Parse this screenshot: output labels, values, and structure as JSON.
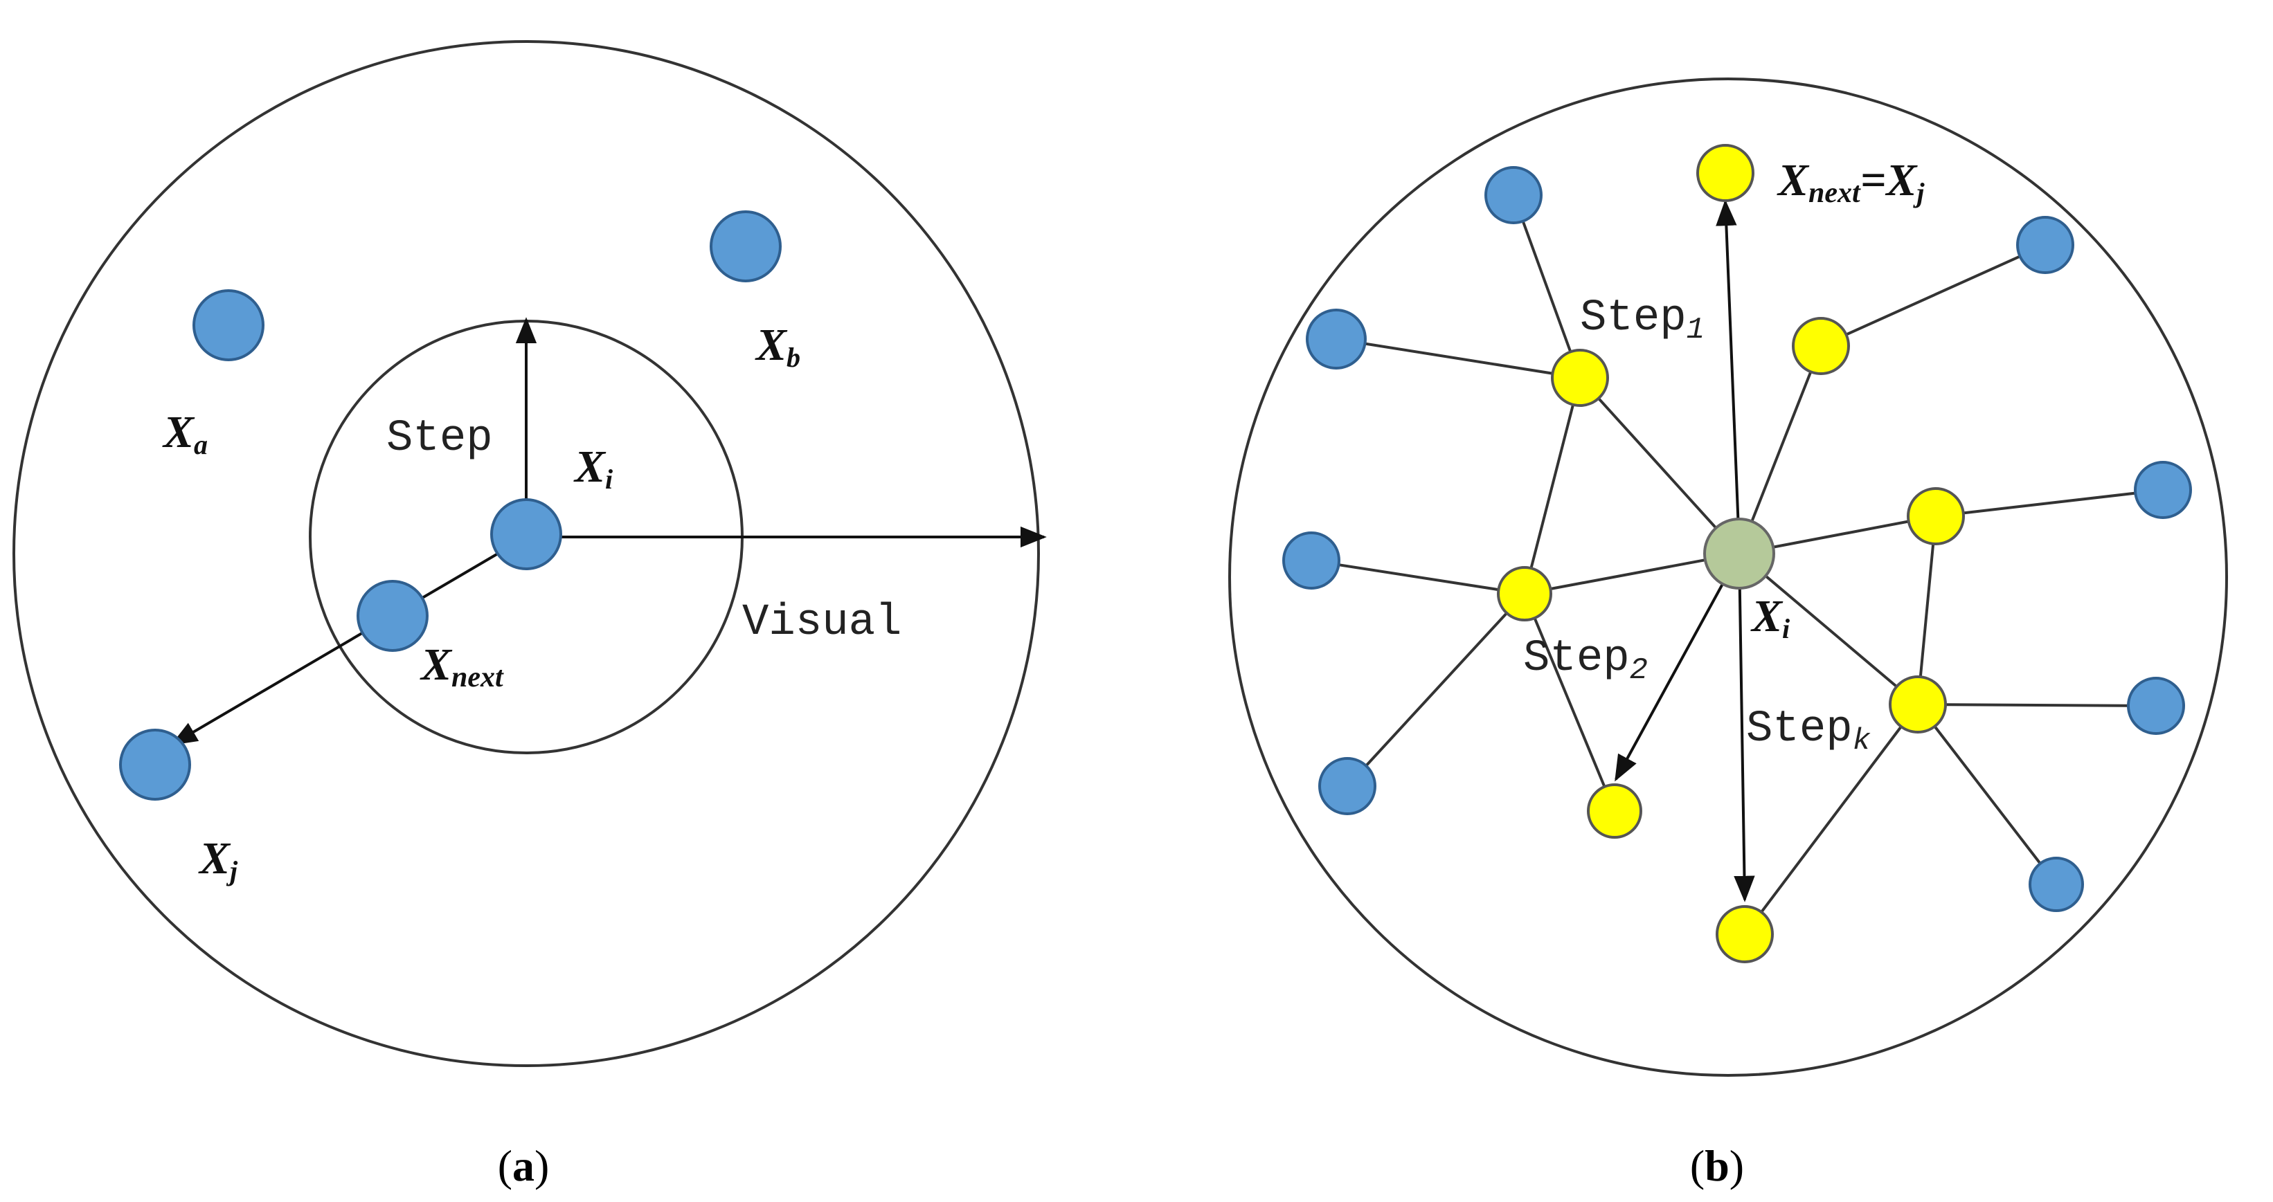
{
  "panel_a": {
    "labels": {
      "xa": "X",
      "xa_sub": "a",
      "xb": "X",
      "xb_sub": "b",
      "xi": "X",
      "xi_sub": "i",
      "xnext": "X",
      "xnext_sub": "next",
      "xj": "X",
      "xj_sub": "j",
      "step": "Step",
      "visual": "Visual"
    },
    "caption": {
      "open": "(",
      "letter": "a",
      "close": ")"
    }
  },
  "panel_b": {
    "labels": {
      "xnext": "X",
      "xnext_sub": "next",
      "equals": "=",
      "xj": "X",
      "xj_sub": "j",
      "xi": "X",
      "xi_sub": "i",
      "step1": "Step",
      "step1_sub": "1",
      "step2": "Step",
      "step2_sub": "2",
      "stepk": "Step",
      "stepk_sub": "k"
    },
    "caption": {
      "open": "(",
      "letter": "b",
      "close": ")"
    }
  },
  "colors": {
    "blue_node": "#5b9bd5",
    "yellow_node": "#ffff00",
    "center_node": "#b5c99a",
    "line": "#333333"
  }
}
